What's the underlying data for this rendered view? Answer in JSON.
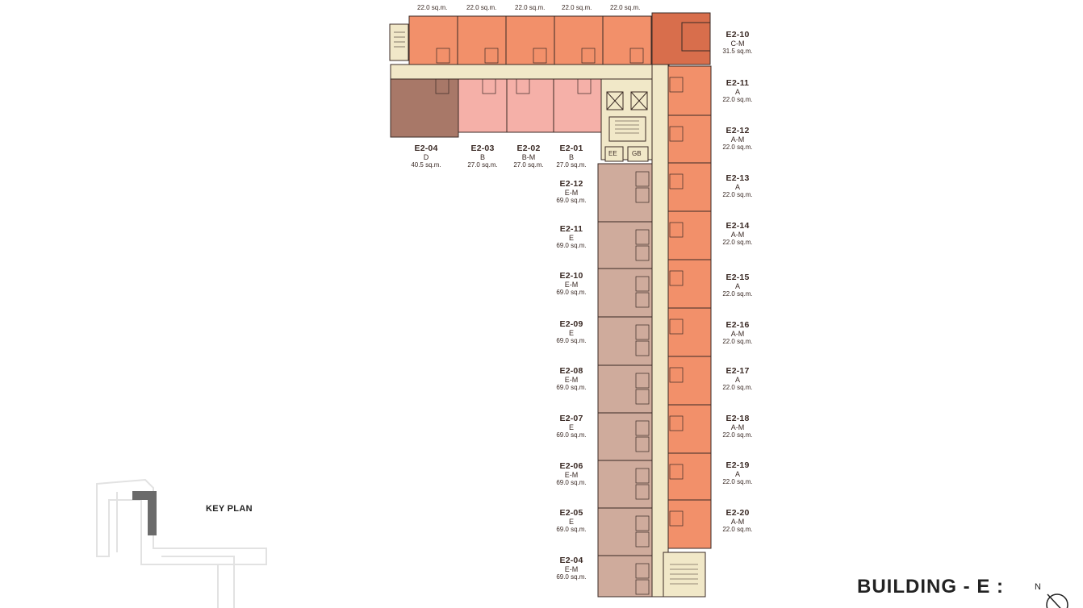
{
  "colors": {
    "type_A": "#f2906a",
    "type_B": "#f5b0a8",
    "type_C": "#d86e4c",
    "type_D": "#a87868",
    "type_E": "#cfab9c",
    "corridor": "#f1e8c8",
    "wall": "#3a2a25"
  },
  "top_row_areas": [
    "22.0 sq.m.",
    "22.0 sq.m.",
    "22.0 sq.m.",
    "22.0 sq.m.",
    "22.0 sq.m."
  ],
  "top_units": [
    {
      "unit": "E2-04",
      "type": "D",
      "area": "40.5 sq.m."
    },
    {
      "unit": "E2-03",
      "type": "B",
      "area": "27.0 sq.m."
    },
    {
      "unit": "E2-02",
      "type": "B-M",
      "area": "27.0 sq.m."
    },
    {
      "unit": "E2-01",
      "type": "B",
      "area": "27.0 sq.m."
    }
  ],
  "right_units": [
    {
      "unit": "E2-10",
      "type": "C-M",
      "area": "31.5 sq.m."
    },
    {
      "unit": "E2-11",
      "type": "A",
      "area": "22.0 sq.m."
    },
    {
      "unit": "E2-12",
      "type": "A-M",
      "area": "22.0 sq.m."
    },
    {
      "unit": "E2-13",
      "type": "A",
      "area": "22.0 sq.m."
    },
    {
      "unit": "E2-14",
      "type": "A-M",
      "area": "22.0 sq.m."
    },
    {
      "unit": "E2-15",
      "type": "A",
      "area": "22.0 sq.m."
    },
    {
      "unit": "E2-16",
      "type": "A-M",
      "area": "22.0 sq.m."
    },
    {
      "unit": "E2-17",
      "type": "A",
      "area": "22.0 sq.m."
    },
    {
      "unit": "E2-18",
      "type": "A-M",
      "area": "22.0 sq.m."
    },
    {
      "unit": "E2-19",
      "type": "A",
      "area": "22.0 sq.m."
    },
    {
      "unit": "E2-20",
      "type": "A-M",
      "area": "22.0 sq.m."
    }
  ],
  "left_units": [
    {
      "unit": "E2-12",
      "type": "E-M",
      "area": "69.0 sq.m."
    },
    {
      "unit": "E2-11",
      "type": "E",
      "area": "69.0 sq.m."
    },
    {
      "unit": "E2-10",
      "type": "E-M",
      "area": "69.0 sq.m."
    },
    {
      "unit": "E2-09",
      "type": "E",
      "area": "69.0 sq.m."
    },
    {
      "unit": "E2-08",
      "type": "E-M",
      "area": "69.0 sq.m."
    },
    {
      "unit": "E2-07",
      "type": "E",
      "area": "69.0 sq.m."
    },
    {
      "unit": "E2-06",
      "type": "E-M",
      "area": "69.0 sq.m."
    },
    {
      "unit": "E2-05",
      "type": "E",
      "area": "69.0 sq.m."
    },
    {
      "unit": "E2-04",
      "type": "E-M",
      "area": "69.0 sq.m."
    }
  ],
  "core_labels": {
    "ee": "EE",
    "gb": "GB"
  },
  "key_plan_label": "KEY PLAN",
  "building_title": "BUILDING - E :",
  "north_label": "N"
}
